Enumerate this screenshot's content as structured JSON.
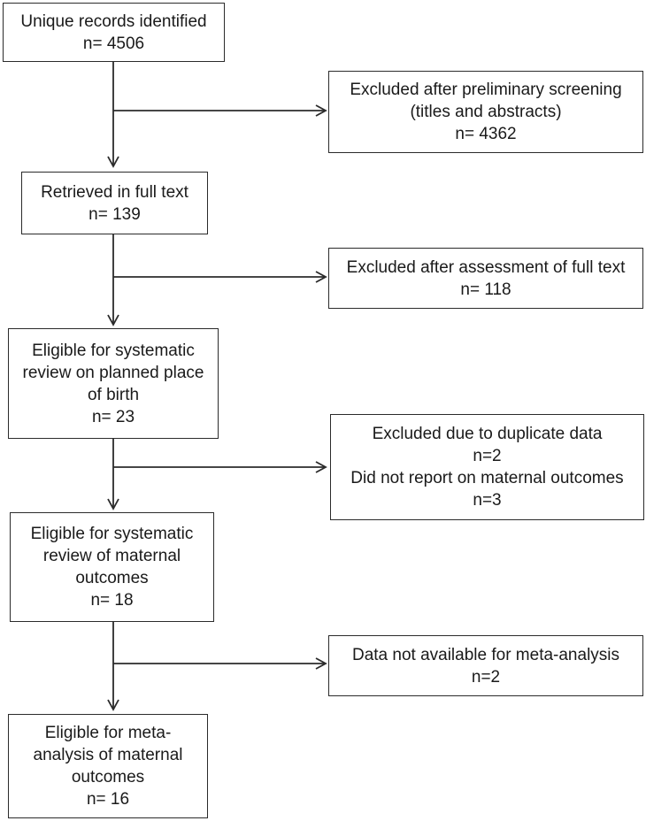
{
  "flow": {
    "records": {
      "lines": [
        "Unique records identified",
        "n= 4506"
      ]
    },
    "excluded_screening": {
      "lines": [
        "Excluded after preliminary screening",
        "(titles and abstracts)",
        "n= 4362"
      ]
    },
    "full_text": {
      "lines": [
        "Retrieved in full text",
        "n= 139"
      ]
    },
    "excluded_full_text": {
      "lines": [
        "Excluded after assessment of full text",
        "n= 118"
      ]
    },
    "eligible_birth": {
      "lines": [
        "Eligible for systematic",
        "review on planned place",
        "of birth",
        "n= 23"
      ]
    },
    "excluded_duplicate": {
      "lines": [
        "Excluded due to duplicate data",
        "n=2",
        "Did not report on maternal outcomes",
        "n=3"
      ]
    },
    "eligible_maternal": {
      "lines": [
        "Eligible for systematic",
        "review of maternal",
        "outcomes",
        "n= 18"
      ]
    },
    "data_not_available": {
      "lines": [
        "Data not available for meta-analysis",
        "n=2"
      ]
    },
    "eligible_meta": {
      "lines": [
        "Eligible for meta-",
        "analysis of maternal",
        "outcomes",
        "n= 16"
      ]
    }
  },
  "colors": {
    "stroke": "#2b2b2b",
    "text": "#1a1a1a",
    "background": "#ffffff"
  }
}
